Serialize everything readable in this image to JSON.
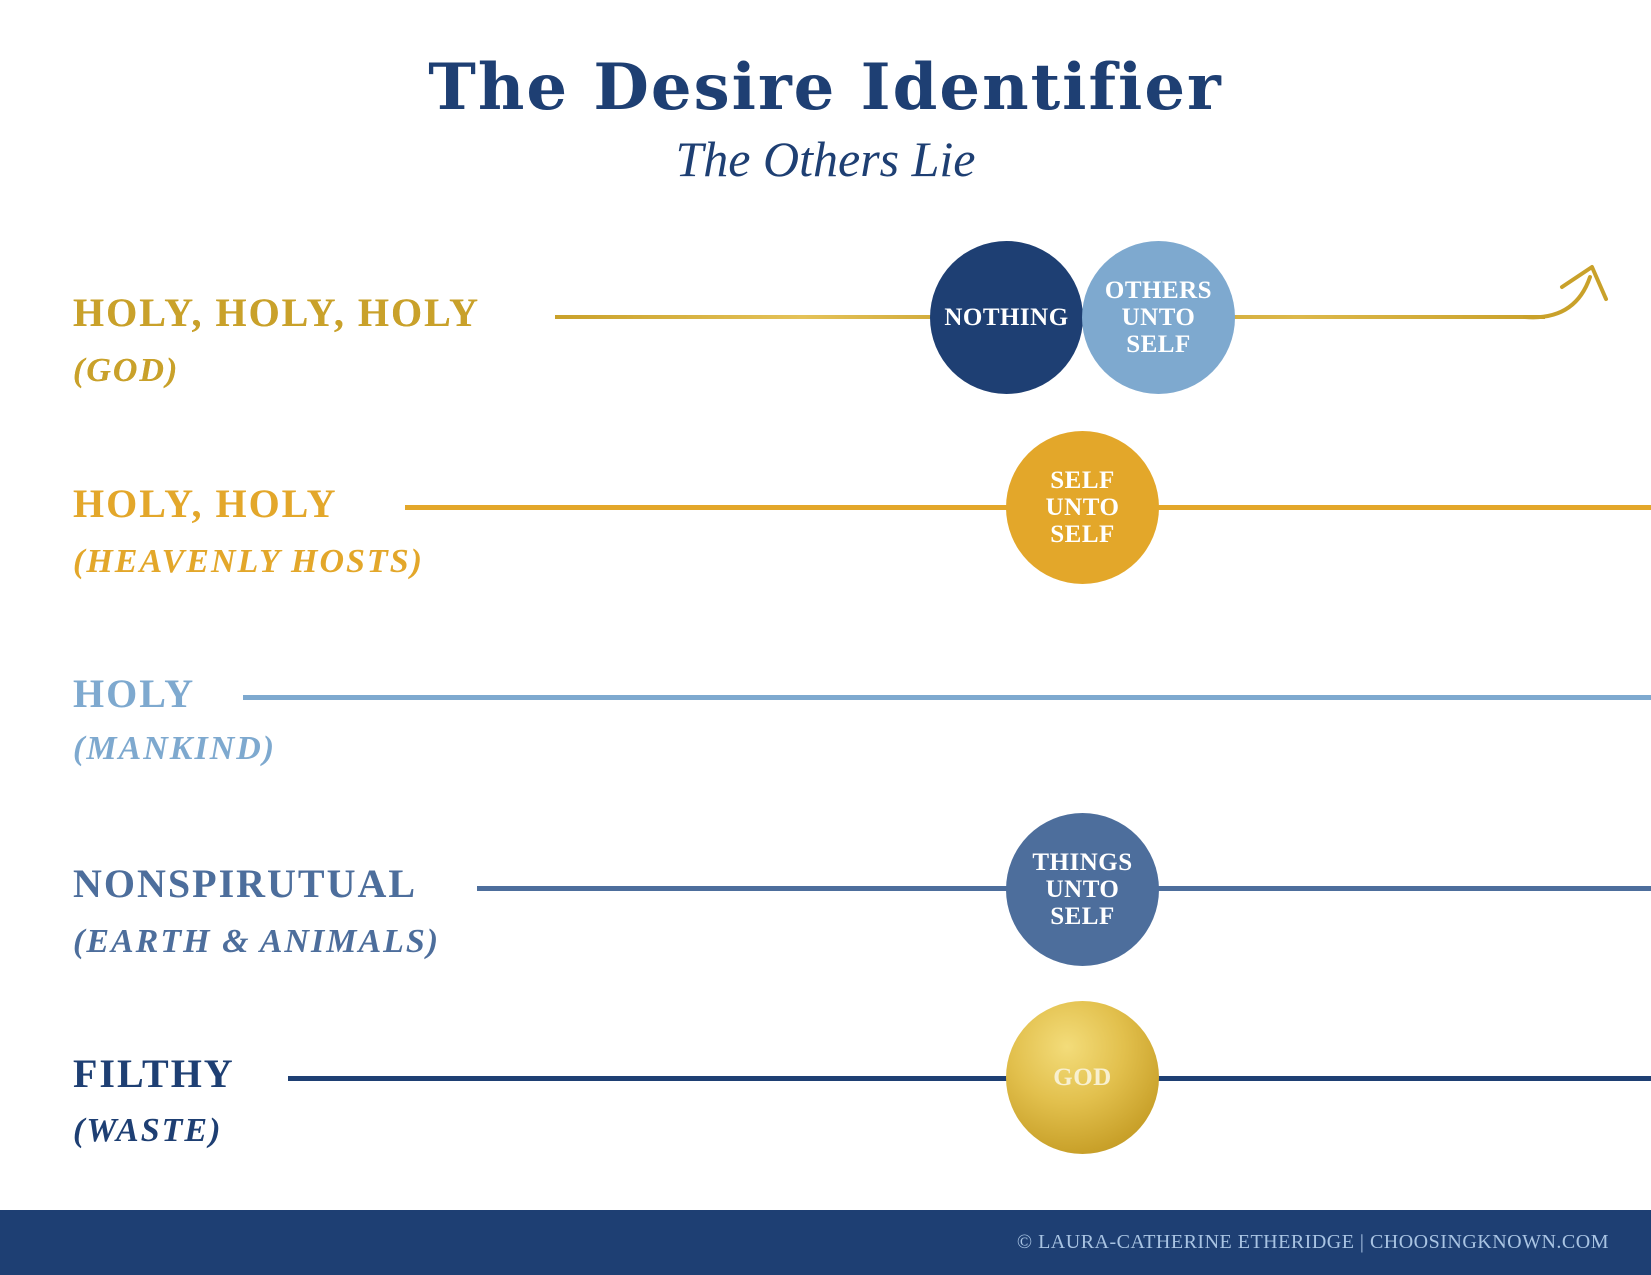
{
  "title": "The Desire Identifier",
  "subtitle": "The Others Lie",
  "rows": [
    {
      "label": "HOLY, HOLY, HOLY",
      "sub": "(GOD)",
      "color": "#c9a12a"
    },
    {
      "label": "HOLY, HOLY",
      "sub": "(HEAVENLY HOSTS)",
      "color": "#e3a72a"
    },
    {
      "label": "HOLY",
      "sub": "(MANKIND)",
      "color": "#7ea9cf"
    },
    {
      "label": "NONSPIRUTUAL",
      "sub": "(EARTH & ANIMALS)",
      "color": "#4d6e9c"
    },
    {
      "label": "FILTHY",
      "sub": "(WASTE)",
      "color": "#1e3f73"
    }
  ],
  "circles": {
    "nothing": {
      "label": "NOTHING",
      "color": "#1e3f73"
    },
    "others_unto_self": {
      "label": "OTHERS\nUNTO\nSELF",
      "color": "#7ea9cf"
    },
    "self_unto_self": {
      "label": "SELF\nUNTO\nSELF",
      "color": "#e3a72a"
    },
    "things_unto_self": {
      "label": "THINGS\nUNTO\nSELF",
      "color": "#4d6e9c"
    },
    "god": {
      "label": "GOD",
      "color": "#d9b744"
    }
  },
  "footer": {
    "copyright": "© LAURA-CATHERINE ETHERIDGE | CHOOSINGKNOWN.COM",
    "color": "#1e3f73"
  }
}
